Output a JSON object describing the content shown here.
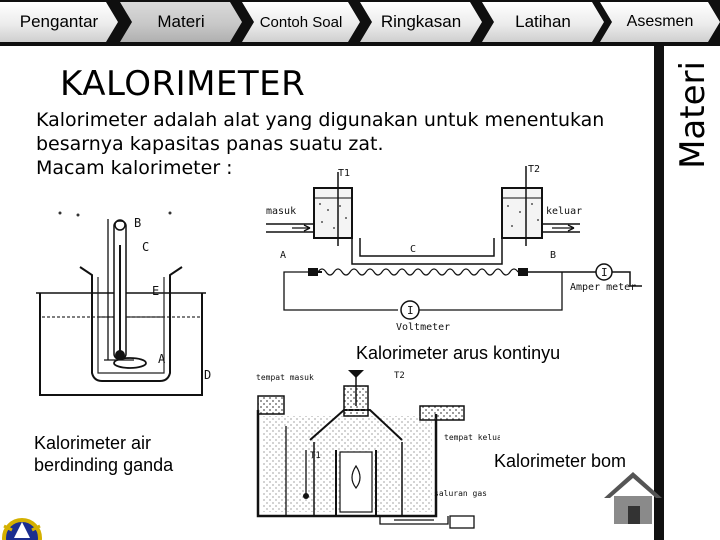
{
  "nav": {
    "tabs": [
      {
        "label": "Pengantar"
      },
      {
        "label": "Materi"
      },
      {
        "label": "Contoh Soal"
      },
      {
        "label": "Ringkasan"
      },
      {
        "label": "Latihan"
      },
      {
        "label": "Asesmen"
      }
    ],
    "active": "Materi"
  },
  "side_label": "Materi",
  "title": "KALORIMETER",
  "paragraph": {
    "line1": "Kalorimeter adalah alat yang digunakan untuk menentukan",
    "line2": "besarnya kapasitas panas suatu zat.",
    "line3": "Macam kalorimeter :"
  },
  "figures": {
    "double_wall": {
      "caption_line1": "Kalorimeter air",
      "caption_line2": "berdinding ganda",
      "labels": {
        "b": "B",
        "c": "C",
        "e": "E",
        "a": "A",
        "d": "D"
      }
    },
    "continuous": {
      "caption": "Kalorimeter arus kontinyu",
      "labels": {
        "t1": "T1",
        "t2": "T2",
        "masuk": "masuk",
        "keluar": "keluar",
        "a": "A",
        "b": "B",
        "c": "C",
        "amper": "Amper meter",
        "volt": "Voltmeter",
        "meter_symbol": "I"
      }
    },
    "bomb": {
      "caption": "Kalorimeter bom",
      "labels": {
        "tempat_masuk": "tempat masuk",
        "t2": "T2",
        "t1": "T1",
        "tempat_keluar": "tempat keluar",
        "saluran_gas": "saluran gas"
      }
    }
  },
  "colors": {
    "navbar": "#0f0f0f",
    "active_tab": "#c8c8c8",
    "side_bar": "#111111"
  },
  "icons": [
    "home-icon",
    "institution-logo-icon"
  ]
}
